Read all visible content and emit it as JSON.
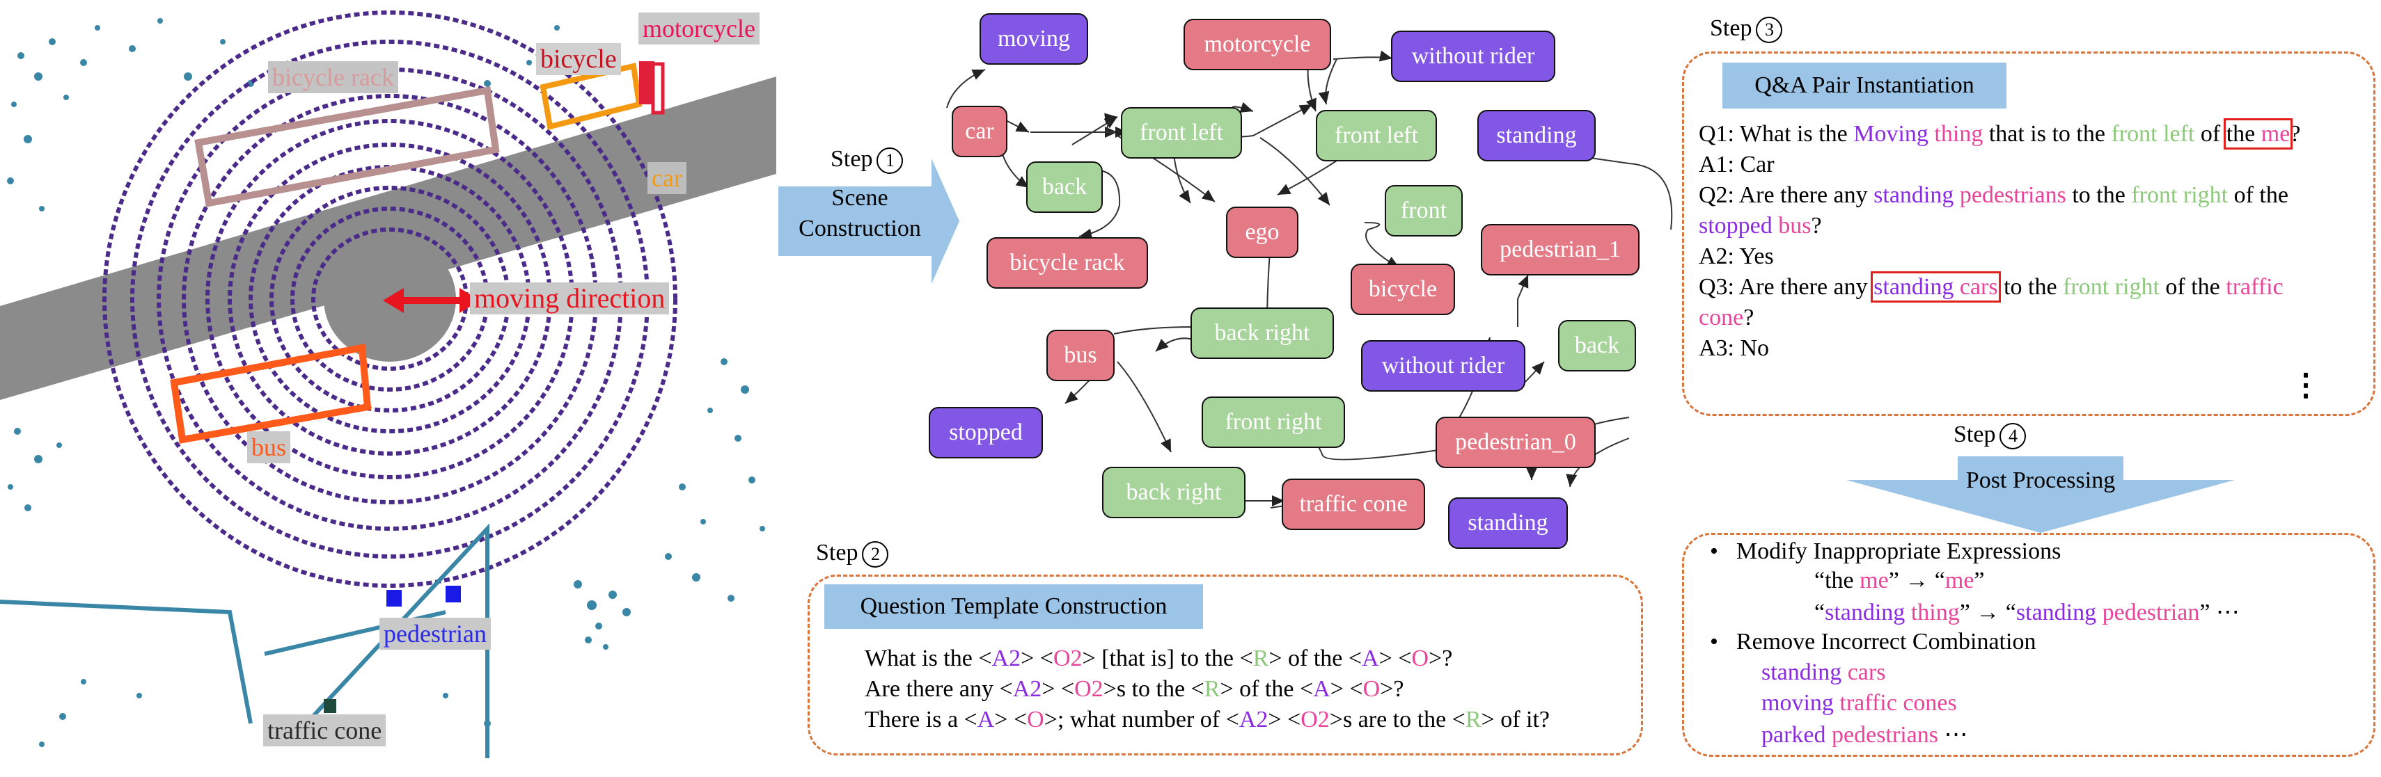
{
  "pointcloud": {
    "labels": {
      "motorcycle": "motorcycle",
      "bicycle": "bicycle",
      "bicycle_rack": "bicycle rack",
      "car": "car",
      "moving_direction": "moving direction",
      "bus": "bus",
      "pedestrian": "pedestrian",
      "traffic_cone": "traffic cone"
    }
  },
  "steps": {
    "s1": {
      "label": "Step",
      "num": "1",
      "arrow_text_1": "Scene",
      "arrow_text_2": "Construction"
    },
    "s2": {
      "label": "Step",
      "num": "2"
    },
    "s3": {
      "label": "Step",
      "num": "3"
    },
    "s4": {
      "label": "Step",
      "num": "4"
    }
  },
  "graph": {
    "moving": "moving",
    "car": "car",
    "back_1": "back",
    "bicycle_rack": "bicycle rack",
    "front_left_1": "front left",
    "motorcycle": "motorcycle",
    "without_rider_1": "without rider",
    "front_left_2": "front left",
    "standing_1": "standing",
    "ego": "ego",
    "front": "front",
    "bicycle": "bicycle",
    "pedestrian_1": "pedestrian_1",
    "without_rider_2": "without rider",
    "back_right_1": "back right",
    "bus": "bus",
    "back_2": "back",
    "stopped": "stopped",
    "front_right": "front right",
    "pedestrian_0": "pedestrian_0",
    "back_right_2": "back right",
    "traffic_cone": "traffic cone",
    "standing_2": "standing"
  },
  "template": {
    "header": "Question Template Construction",
    "l1": {
      "a": "What is the <",
      "b": "A2",
      "c": "> <",
      "d": "O2",
      "e": "> [that is] to the <",
      "f": "R",
      "g": "> of the <",
      "h": "A",
      "i": "> <",
      "j": "O",
      "k": ">?"
    },
    "l2": {
      "a": "Are there any <",
      "b": "A2",
      "c": "> <",
      "d": "O2",
      "e": ">s to the <",
      "f": "R",
      "g": "> of the <",
      "h": "A",
      "i": "> <",
      "j": "O",
      "k": ">?"
    },
    "l3": {
      "a": "There is a <",
      "b": "A",
      "c": "> <",
      "d": "O",
      "e": ">; what number of <",
      "f": "A2",
      "g": "> <",
      "h": "O2",
      "i": ">s are to the <",
      "j": "R",
      "k": "> of it?"
    }
  },
  "qa": {
    "header": "Q&A Pair Instantiation",
    "q1": {
      "a": "Q1: What is the ",
      "b": "Moving",
      "c": " thing",
      "d": " that is to the ",
      "e": "front left",
      "f": " of ",
      "g": "the ",
      "h": "me",
      "i": "?"
    },
    "a1": "A1: Car",
    "q2": {
      "a": "Q2: Are there any ",
      "b": "standing",
      "c": " pedestrians",
      "d": " to the ",
      "e": "front right",
      "f": " of the",
      "g": "stopped",
      "h": " bus",
      "i": "?"
    },
    "a2": "A2: Yes",
    "q3": {
      "a": "Q3: Are there any ",
      "b": "standing",
      "c": " cars",
      "d": " to the ",
      "e": "front right",
      "f": " of the ",
      "g": "traffic",
      "h": "cone",
      "i": "?"
    },
    "a3": "A3: No",
    "more": "⋮"
  },
  "post": {
    "arrow_text": "Post Processing",
    "b1": "Modify Inappropriate Expressions",
    "e1": {
      "a": "“the ",
      "b": "me",
      "c": "” → “",
      "d": "me",
      "e": "”"
    },
    "e2": {
      "a": "“",
      "b": "standing",
      "c": " thing",
      "d": "” → “",
      "e": "standing",
      "f": " pedestrian",
      "g": "” ⋯"
    },
    "b2": "Remove Incorrect Combination",
    "c1": {
      "a": "standing",
      "b": " cars"
    },
    "c2": {
      "a": "moving",
      "b": " traffic cones"
    },
    "c3": {
      "a": "parked",
      "b": " pedestrians",
      "c": " ⋯"
    },
    "bullet": "•"
  },
  "colors": {
    "object": "#e47a86",
    "relation": "#a6d49a",
    "attribute": "#8257e6",
    "header_blue": "#9cc4e6",
    "dashed_orange": "#d9743a",
    "highlight_red": "#e0201a"
  }
}
